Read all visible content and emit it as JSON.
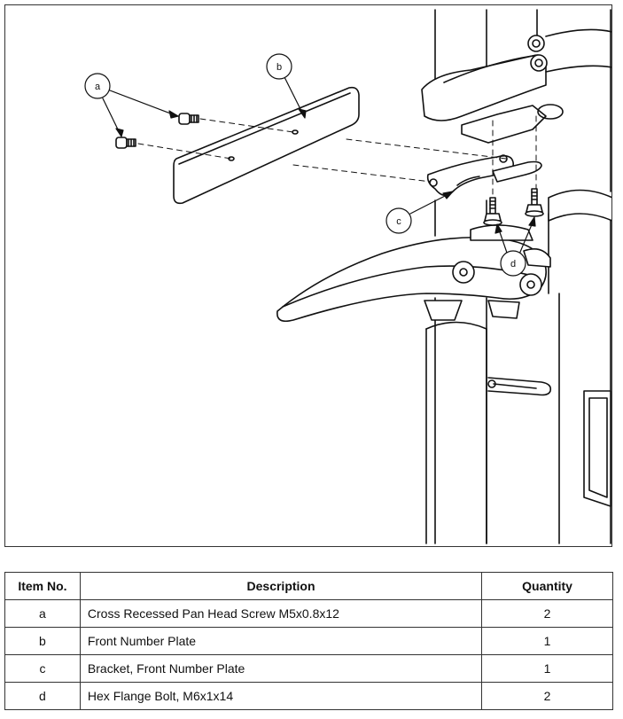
{
  "callouts": {
    "a": "a",
    "b": "b",
    "c": "c",
    "d": "d"
  },
  "table": {
    "headers": [
      "Item No.",
      "Description",
      "Quantity"
    ],
    "rows": [
      {
        "item": "a",
        "description": "Cross Recessed Pan Head Screw M5x0.8x12",
        "quantity": "2"
      },
      {
        "item": "b",
        "description": "Front Number Plate",
        "quantity": "1"
      },
      {
        "item": "c",
        "description": "Bracket, Front Number Plate",
        "quantity": "1"
      },
      {
        "item": "d",
        "description": "Hex Flange Bolt, M6x1x14",
        "quantity": "2"
      }
    ]
  }
}
